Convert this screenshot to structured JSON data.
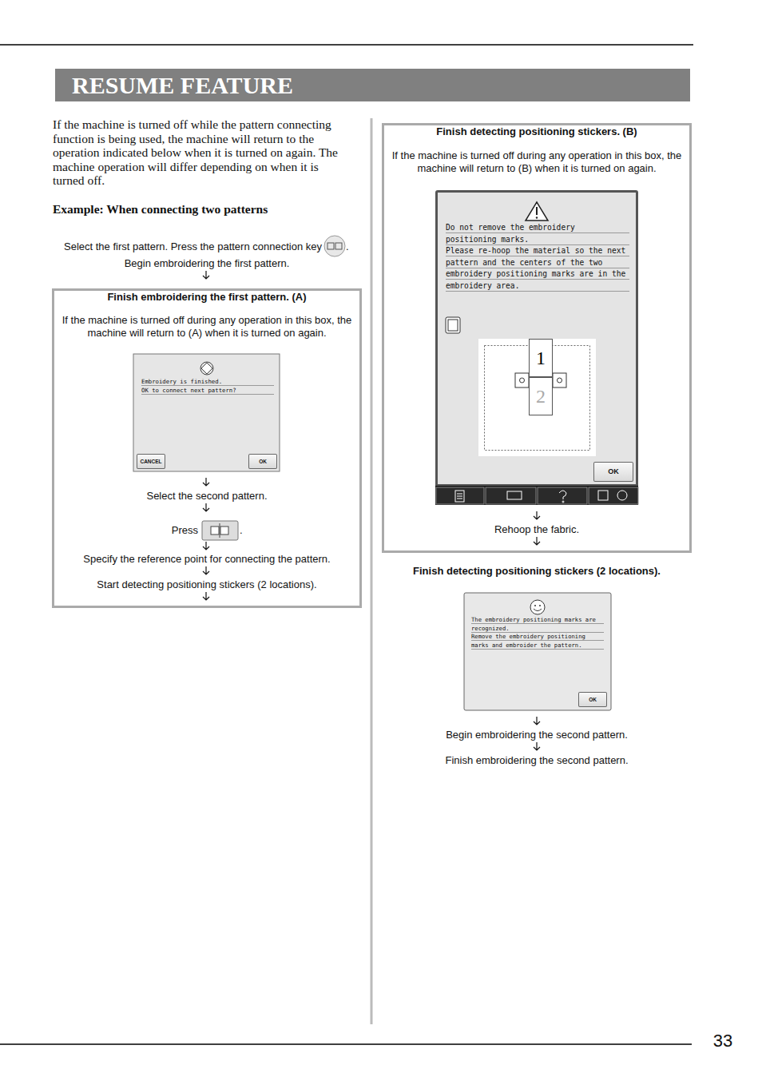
{
  "diagram": {
    "title": "RESUME FEATURE",
    "nodes": [
      {
        "text": [
          "Finish embroidering the first pattern. (A)",
          "If the machine is turned off during any operation in this box, the machine will return to (A) when it is turned on again."
        ]
      },
      {
        "text": [
          "Embroidery is finished.",
          "OK to connect next pattern?"
        ],
        "in": 0
      },
      {
        "text": [
          "CANCEL"
        ],
        "in": 1
      },
      {
        "text": [
          "OK"
        ],
        "in": 1
      },
      {
        "text": [
          "Finish detecting positioning stickers. (B)",
          "If the machine is turned off during any operation in this box, the machine will return to (B) when it is turned on again."
        ]
      },
      {
        "text": [
          "Do not remove the embroidery positioning marks.",
          "Please re-hoop the material so the next pattern and the centers of the two embroidery positioning marks are in the embroidery area."
        ],
        "in": 4
      },
      {
        "text": [
          "1"
        ],
        "in": 5
      },
      {
        "text": [
          "2"
        ],
        "in": 5
      },
      {
        "text": [
          "OK"
        ],
        "in": 5
      },
      {
        "text": [
          "The embroidery positioning marks are recognized.",
          "Remove the embroidery positioning marks and embroider the pattern."
        ]
      },
      {
        "text": [
          "OK"
        ],
        "in": 9
      }
    ],
    "labels": [
      "If the machine is turned off while the pattern connecting function is being used, the machine will return to the operation indicated below when it is turned on again. The machine operation will differ depending on when it is turned off.",
      "Example: When connecting two patterns",
      "Select the first pattern. Press the pattern connection key",
      ".",
      "Begin embroidering the first pattern.",
      "Select the second pattern.",
      "Press",
      ".",
      "Specify the reference point for connecting the pattern.",
      "Start detecting positioning stickers (2 locations).",
      "Rehoop the fabric.",
      "Finish detecting positioning stickers (2 locations).",
      "Begin embroidering the second pattern.",
      "Finish embroidering the second pattern.",
      "33"
    ]
  }
}
